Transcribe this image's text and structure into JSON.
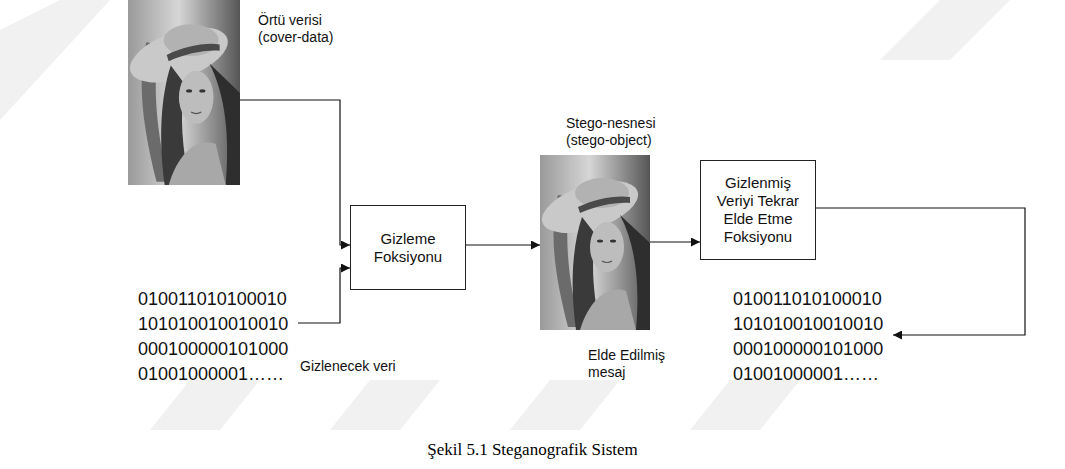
{
  "diagram": {
    "caption": "Şekil 5.1 Steganografik Sistem",
    "nodes": [
      {
        "text": [
          "Örtü verisi (cover-data)"
        ]
      },
      {
        "text": [
          "010011010100010 101010010010010 000100000101000 01001000001……",
          "Gizlenecek veri"
        ]
      },
      {
        "text": [
          "Gizleme Foksiyonu"
        ]
      },
      {
        "text": [
          "Stego-nesnesi (stego-object)"
        ]
      },
      {
        "text": [
          "Gizlenmiş Veriyi Tekrar Elde Etme Foksiyonu"
        ]
      },
      {
        "text": [
          "010011010100010 101010010010010 000100000101000 01001000001……",
          "Elde Edilmiş mesaj"
        ]
      }
    ],
    "edges": [
      {
        "from": 0,
        "to": 2,
        "arrow": "to"
      },
      {
        "from": 1,
        "to": 2,
        "arrow": "to"
      },
      {
        "from": 2,
        "to": 3,
        "arrow": "to"
      },
      {
        "from": 3,
        "to": 4,
        "arrow": "to"
      },
      {
        "from": 4,
        "to": 5,
        "arrow": "to"
      }
    ]
  }
}
